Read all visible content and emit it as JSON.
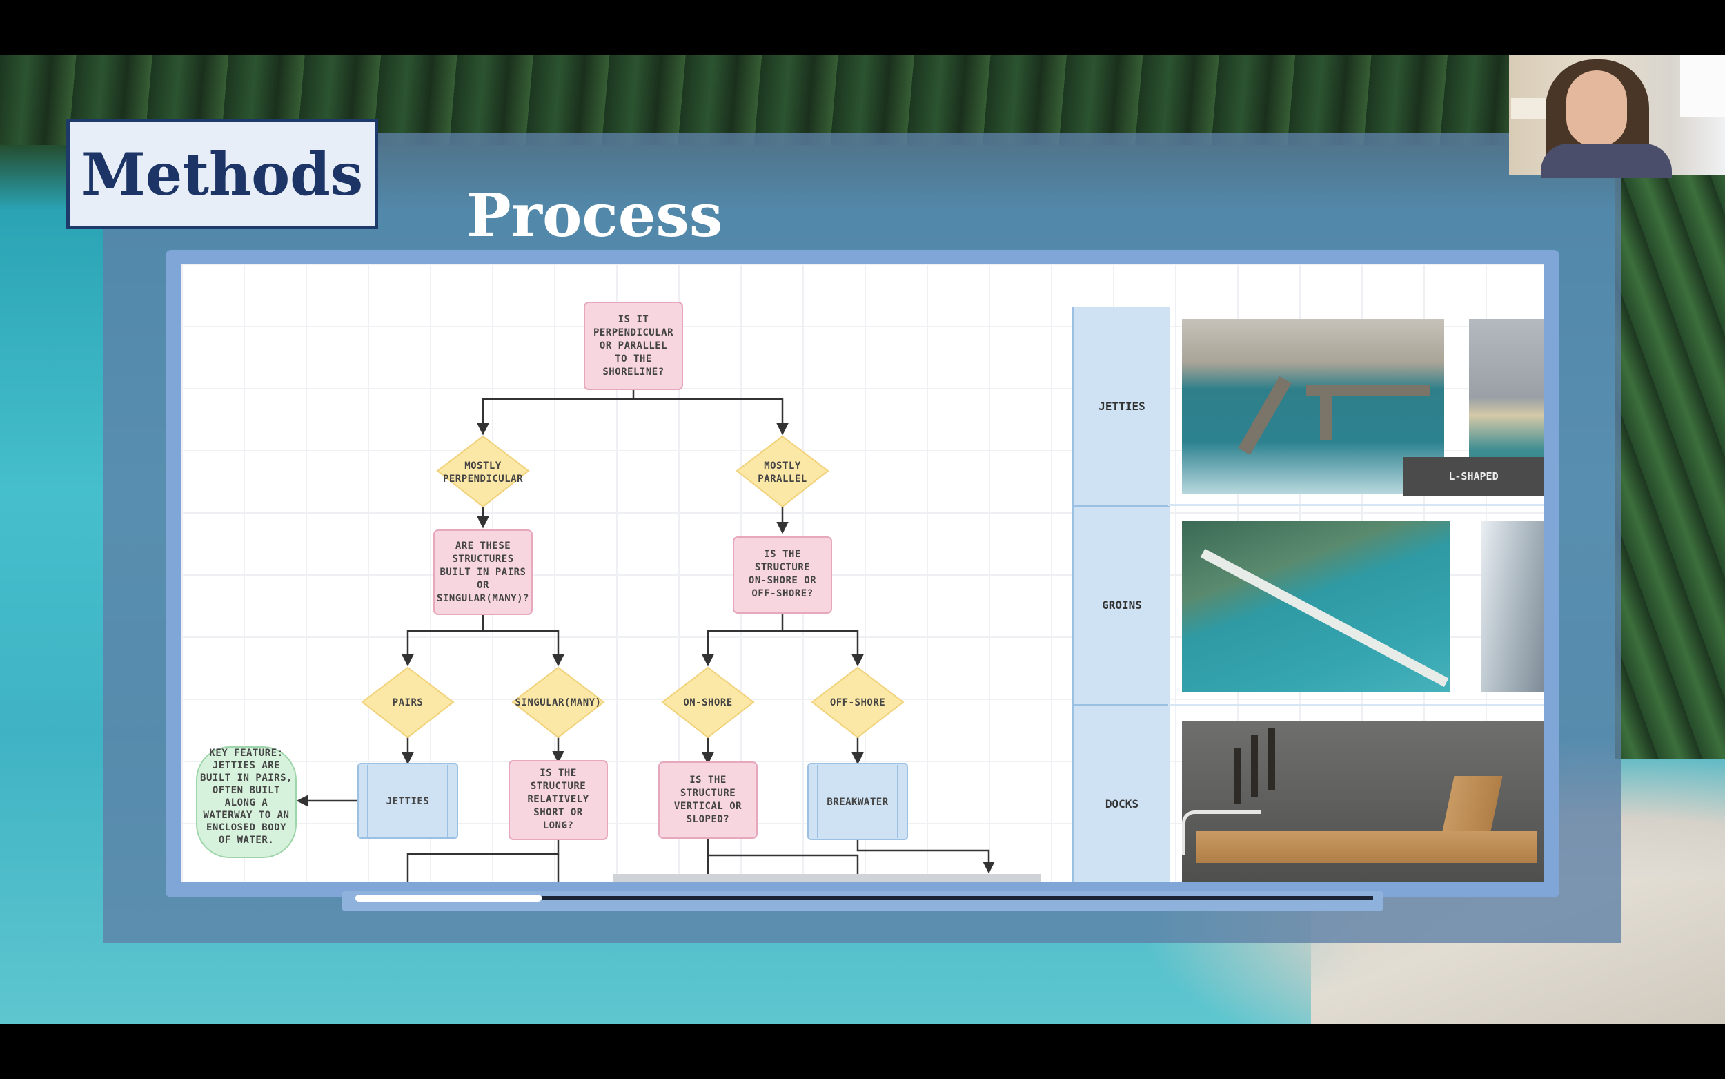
{
  "slide": {
    "heading": "Methods",
    "subheading": "Process"
  },
  "flowchart": {
    "root": [
      "IS IT",
      "PERPENDICULAR",
      "OR PARALLEL",
      "TO THE",
      "SHORELINE?"
    ],
    "left_branch": [
      "MOSTLY",
      "PERPENDICULAR"
    ],
    "right_branch": [
      "MOSTLY",
      "PARALLEL"
    ],
    "left_question": [
      "ARE THESE",
      "STRUCTURES",
      "BUILT IN PAIRS",
      "OR",
      "SINGULAR(MANY)?"
    ],
    "right_question": [
      "IS THE",
      "STRUCTURE",
      "ON-SHORE OR",
      "OFF-SHORE?"
    ],
    "pairs": "PAIRS",
    "singular": "SINGULAR(MANY)",
    "onshore": "ON-SHORE",
    "offshore": "OFF-SHORE",
    "key_feature": [
      "KEY FEATURE:",
      "JETTIES ARE",
      "BUILT IN PAIRS,",
      "OFTEN BUILT",
      "ALONG A",
      "WATERWAY TO AN",
      "ENCLOSED BODY",
      "OF WATER."
    ],
    "jetties_box": "JETTIES",
    "singular_question": [
      "IS THE",
      "STRUCTURE",
      "RELATIVELY",
      "SHORT OR",
      "LONG?"
    ],
    "onshore_question": [
      "IS THE",
      "STRUCTURE",
      "VERTICAL OR",
      "SLOPED?"
    ],
    "breakwater_box": "BREAKWATER"
  },
  "gallery": {
    "categories": [
      "JETTIES",
      "GROINS",
      "DOCKS"
    ],
    "dock_tag": "L-SHAPED"
  },
  "colors": {
    "question_fill": "#f7d6e0",
    "decision_fill": "#fbe7a6",
    "result_fill": "#cfe2f3",
    "note_fill": "#d7f2dc",
    "heading_text": "#1d3466"
  }
}
